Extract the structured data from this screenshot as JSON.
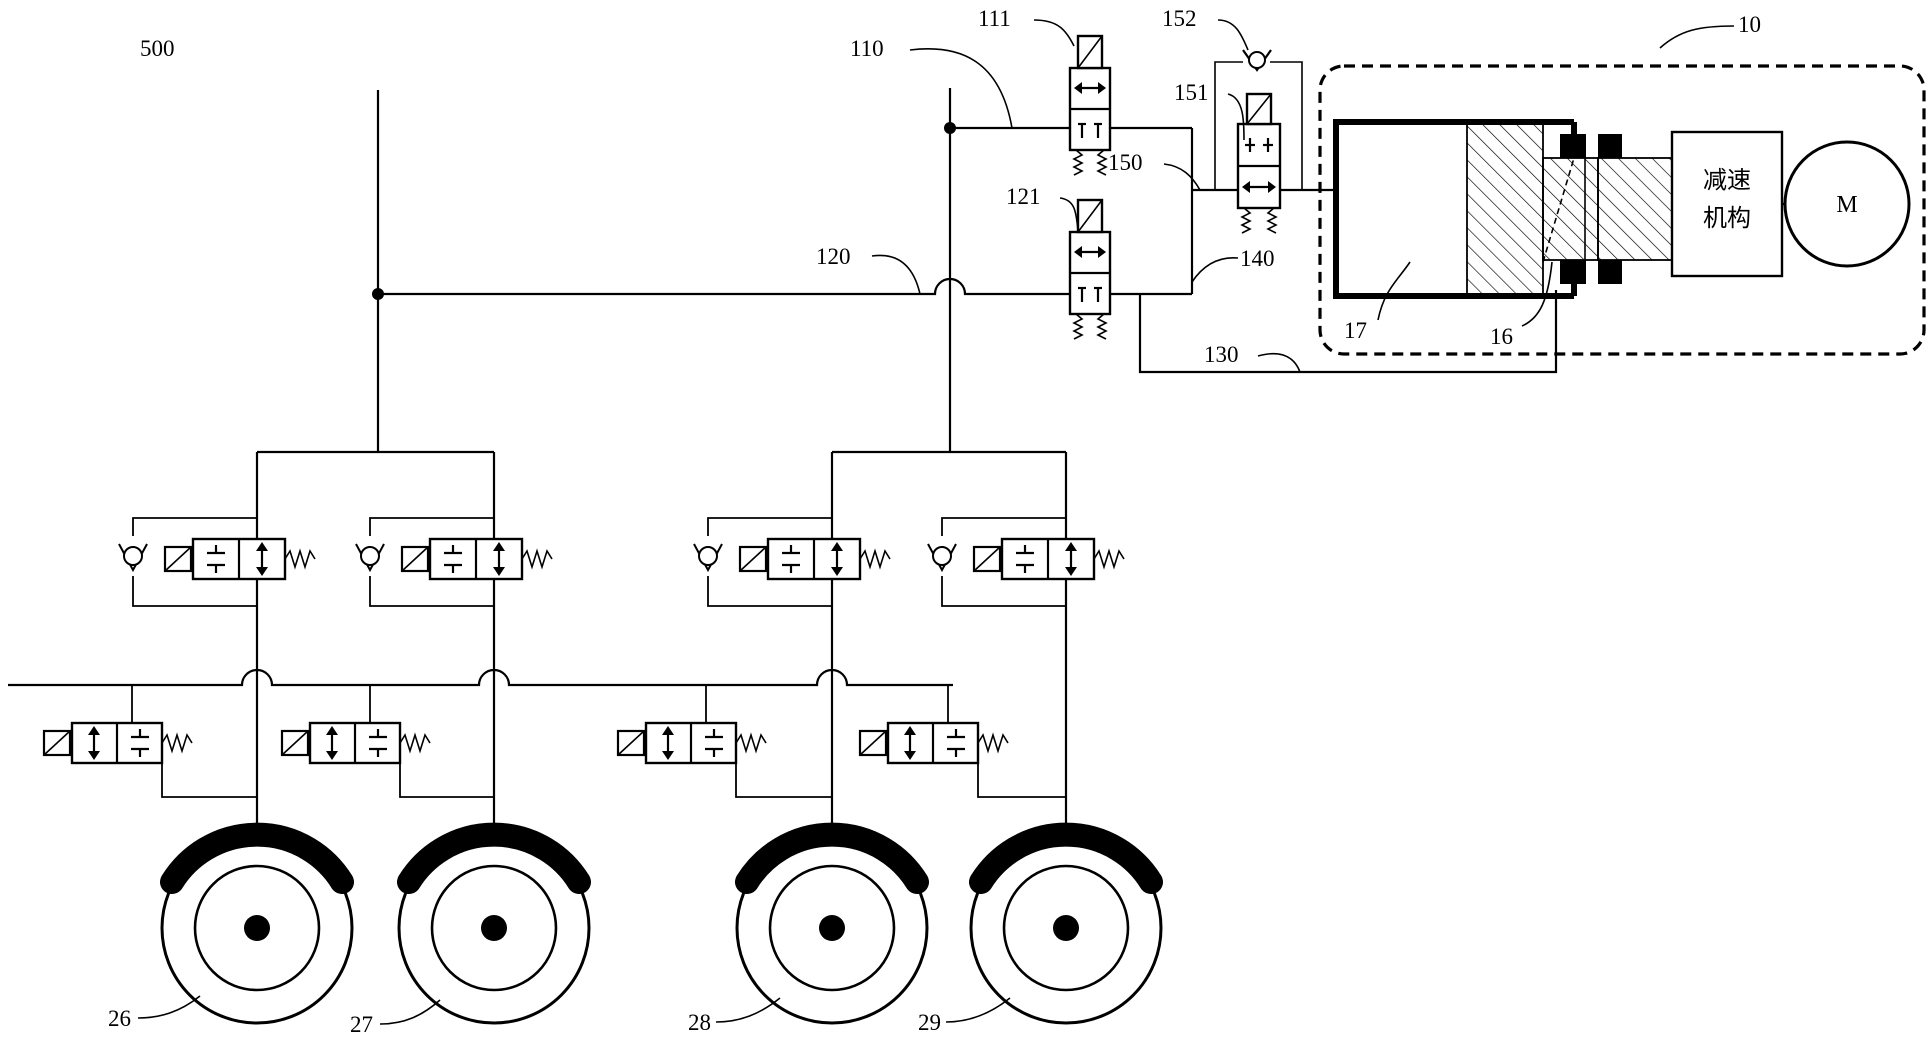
{
  "labels": {
    "system": "500",
    "unit": "10",
    "line_110": "110",
    "valve_111": "111",
    "line_120": "120",
    "valve_121": "121",
    "line_130": "130",
    "line_140": "140",
    "line_150": "150",
    "valve_151": "151",
    "check_152": "152",
    "port_16": "16",
    "chamber_17": "17",
    "wheel_26": "26",
    "wheel_27": "27",
    "wheel_28": "28",
    "wheel_29": "29"
  },
  "reducer": {
    "line1": "减速",
    "line2": "机构"
  },
  "motor": {
    "label": "M"
  },
  "icons": {
    "solenoid_valve": "solenoid-valve-icon",
    "check_valve": "check-valve-icon",
    "wheel_brake": "wheel-brake-icon",
    "motor": "motor-icon"
  },
  "colors": {
    "stroke": "#000000",
    "background": "#ffffff"
  }
}
